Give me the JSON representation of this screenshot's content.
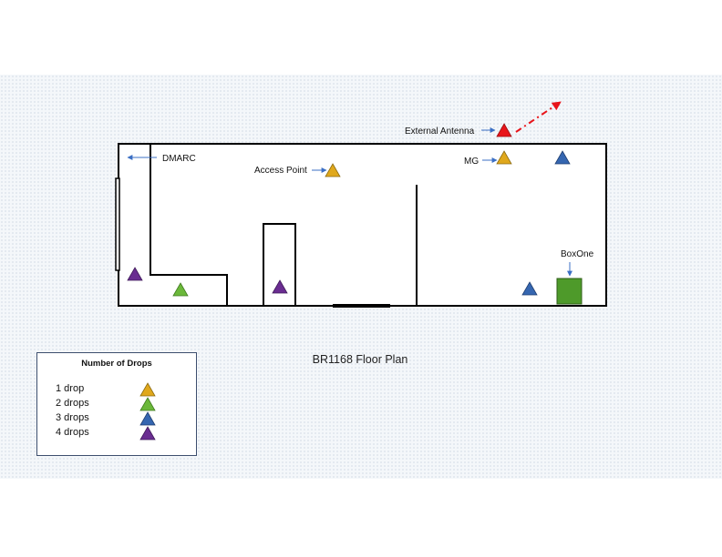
{
  "title": "BR1168 Floor Plan",
  "labels": {
    "external_antenna": "External Antenna",
    "dmarc": "DMARC",
    "access_point": "Access Point",
    "mg": "MG",
    "boxone": "BoxOne"
  },
  "legend": {
    "title": "Number of Drops",
    "items": [
      {
        "label": "1 drop",
        "drops": 1,
        "color": "#e0a81c"
      },
      {
        "label": "2 drops",
        "drops": 2,
        "color": "#6bb83a"
      },
      {
        "label": "3 drops",
        "drops": 3,
        "color": "#3566b0"
      },
      {
        "label": "4 drops",
        "drops": 4,
        "color": "#6a2d91"
      }
    ]
  },
  "colors": {
    "antenna": "#e8141a",
    "boxone": "#4e9a2a",
    "wall": "#000000",
    "arrow": "#3b6fc4"
  }
}
